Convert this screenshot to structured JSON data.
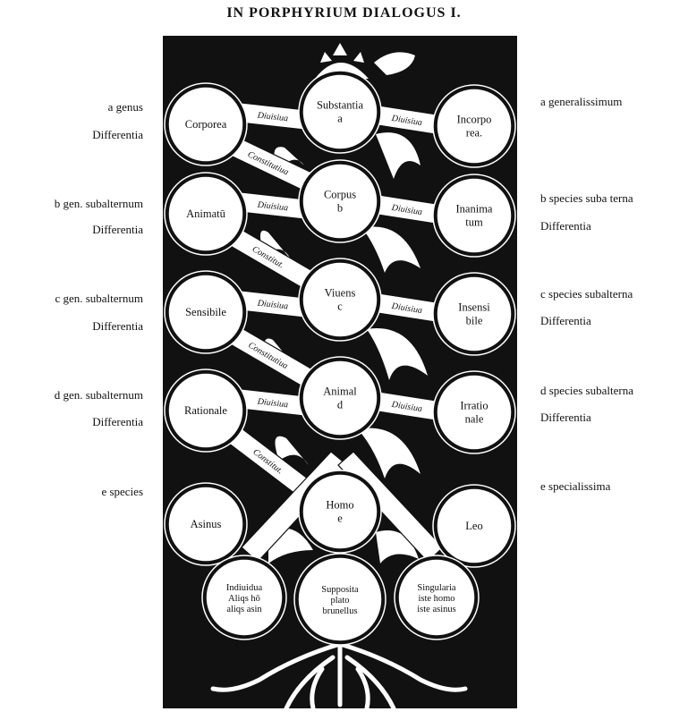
{
  "title": "IN PORPHYRIUM DIALOGUS I.",
  "left_labels": [
    {
      "line1": "a  genus",
      "line2": "Differentia"
    },
    {
      "line1": "b  gen. subalternum",
      "line2": "Differentia"
    },
    {
      "line1": "c  gen. subalternum",
      "line2": "Differentia"
    },
    {
      "line1": "d  gen. subalternum",
      "line2": "Differentia"
    },
    {
      "line1": "e  species",
      "line2": ""
    }
  ],
  "right_labels": [
    {
      "line1": "a  generalissimum",
      "line2": ""
    },
    {
      "line1": "b  species suba terna",
      "line2": "Differentia"
    },
    {
      "line1": "c  species subalterna",
      "line2": "Differentia"
    },
    {
      "line1": "d  species subalterna",
      "line2": "Differentia"
    },
    {
      "line1": "e  specialissima",
      "line2": ""
    }
  ],
  "tree": {
    "center": [
      {
        "name": "Substantia",
        "letter": "a"
      },
      {
        "name": "Corpus",
        "letter": "b"
      },
      {
        "name": "Viuens",
        "letter": "c"
      },
      {
        "name": "Animal",
        "letter": "d"
      },
      {
        "name": "Homo",
        "letter": "e"
      }
    ],
    "left": [
      "Corporea",
      "Animatū",
      "Sensibile",
      "Rationale",
      "Asinus"
    ],
    "right": [
      [
        "Incorpo",
        "rea."
      ],
      [
        "Inanima",
        "tum"
      ],
      [
        "Insensi",
        "bile"
      ],
      [
        "Irratio",
        "nale"
      ],
      [
        "Leo",
        ""
      ]
    ],
    "bands": {
      "left_diuisiua": [
        "Diuisiua",
        "Diuisiua",
        "Diuisiua",
        "Diuisiua"
      ],
      "right_diuisiua": [
        "Diuisiua",
        "Diuisiua",
        "Diuisiua",
        "Diuisiua"
      ],
      "constitutiua": [
        "Constitutiua",
        "Constitut.",
        "Constitutiua",
        "Constitut."
      ]
    },
    "individuals": [
      [
        "Indiuidua",
        "Aliqs hō",
        "aliqs asin"
      ],
      [
        "Supposita",
        "plato",
        "brunellus"
      ],
      [
        "Singularia",
        "iste homo",
        "iste asinus"
      ]
    ]
  }
}
